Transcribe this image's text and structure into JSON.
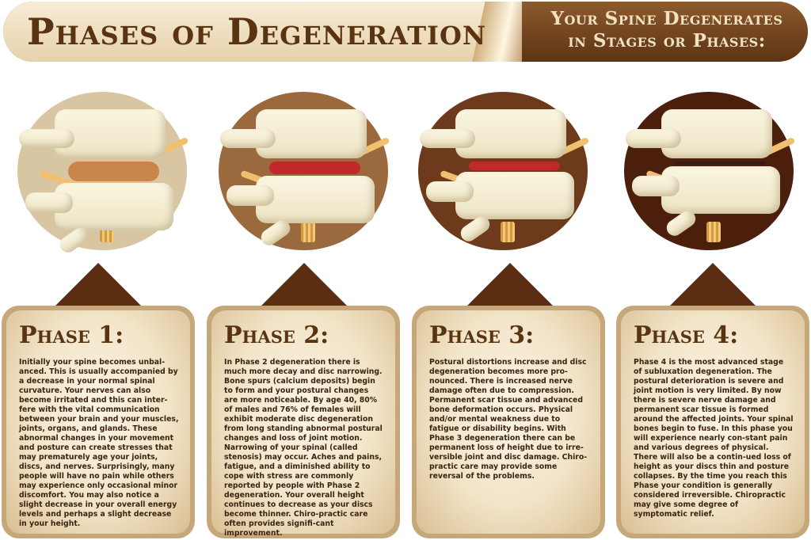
{
  "header": {
    "title": "Phases of Degeneration",
    "subtitle_line1": "Your Spine Degenerates",
    "subtitle_line2": "in Stages or Phases:"
  },
  "colors": {
    "dark_brown": "#5b2e12",
    "title_brown": "#5a3410",
    "cream": "#f2e4c8",
    "disc_healthy": "#c8864a",
    "disc_red": "#c0282a"
  },
  "illustrations": [
    {
      "name": "phase-1-spine-model",
      "circle": "#d8c5a2",
      "disc_color": "#c8864a",
      "disc_height": 0.7
    },
    {
      "name": "phase-2-spine-model",
      "circle": "#9a6a3e",
      "disc_color": "#c0282a",
      "disc_height": 0.45
    },
    {
      "name": "phase-3-spine-model",
      "circle": "#6e3a1c",
      "disc_color": "#c0282a",
      "disc_height": 0.3
    },
    {
      "name": "phase-4-spine-model",
      "circle": "#4c1f0c",
      "disc_color": "#3a1a10",
      "disc_height": 0.12
    }
  ],
  "phases": [
    {
      "title": "Phase 1:",
      "text": "Initially your spine becomes unbal-anced. This is usually accompanied by a decrease in your normal spinal curvature. Your nerves can also become irritated and this can inter-fere with the vital communication between your brain and your muscles, joints, organs, and glands. These abnormal changes in your movement and posture can create stresses that may prematurely age your joints, discs, and nerves. Surprisingly, many people will have no pain while others may experience only occasional minor discomfort. You may also notice a slight decrease in your overall energy levels and perhaps a slight decrease in your height."
    },
    {
      "title": "Phase 2:",
      "text": "In Phase 2 degeneration there is much more decay and disc narrowing. Bone spurs (calcium deposits) begin to form and your postural changes are more noticeable. By age 40, 80% of males and 76% of females will exhibit moderate disc degeneration from long standing abnormal postural changes and loss of joint motion. Narrowing of your spinal (called stenosis) may occur. Aches and pains, fatigue, and a diminished ability to cope with stress are commonly reported by people with Phase 2 degeneration. Your overall height continues to decrease as your discs become thinner. Chiro-practic care often provides signifi-cant improvement."
    },
    {
      "title": "Phase 3:",
      "text": "Postural distortions increase and disc degeneration becomes more pro-nounced. There is increased nerve damage often due to compression. Permanent scar tissue and advanced bone deformation occurs. Physical and/or mental weakness due to fatigue or disability begins. With Phase 3 degeneration there can be permanent loss of height due to irre-versible joint and disc damage. Chiro-practic care may provide some reversal of the problems."
    },
    {
      "title": "Phase 4:",
      "text": "Phase 4 is the most advanced stage of subluxation degeneration. The postural deterioration is severe and joint motion is very limited. By now there is severe nerve damage and permanent scar tissue is formed around the affected joints. Your spinal bones begin to fuse. In this phase you will experience nearly con-stant pain and various degrees of physical. There will also be a contin-ued loss of height as your discs thin and posture collapses. By the time you reach this Phase your condition is generally considered irreversible. Chiropractic may give some degree of symptomatic relief."
    }
  ]
}
